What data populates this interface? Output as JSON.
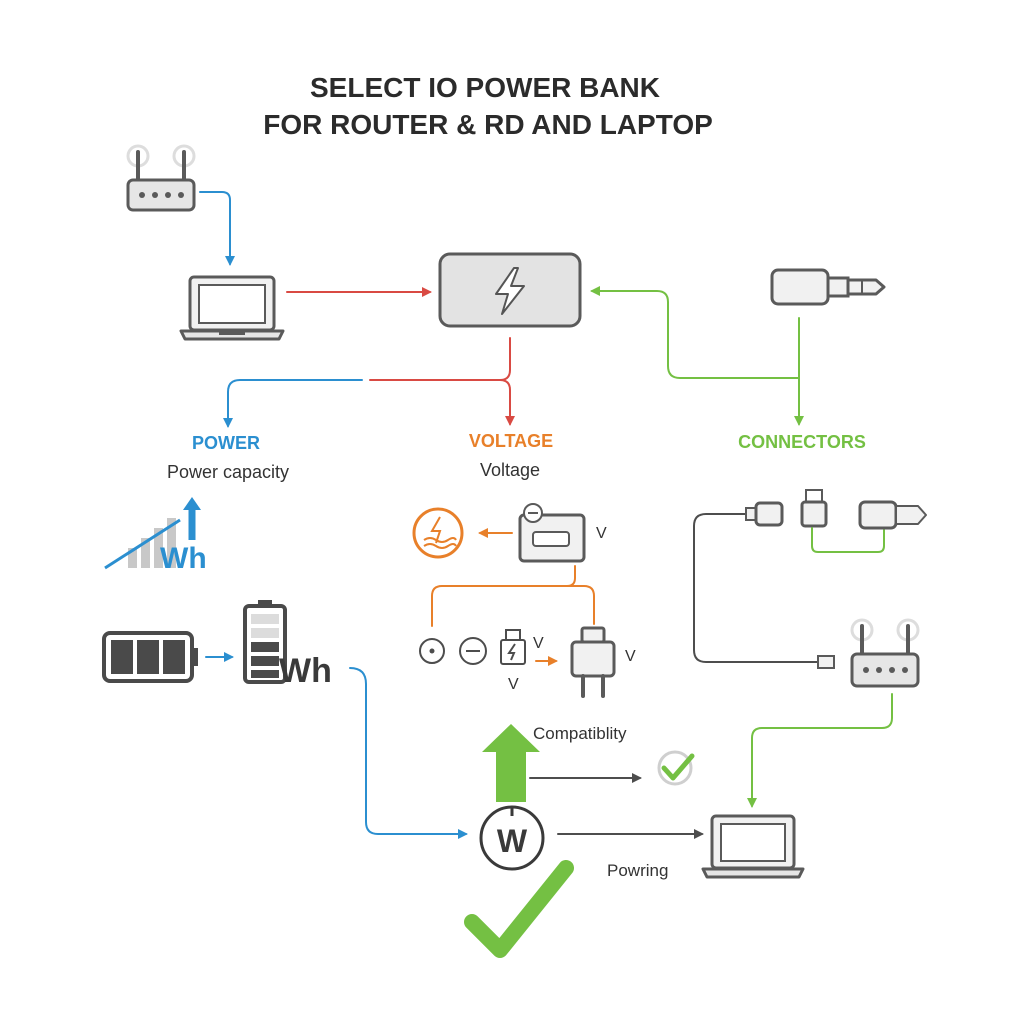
{
  "title": {
    "line1": "SELECT IO POWER BANK",
    "line2": "FOR ROUTER & RD AND LAPTOP"
  },
  "sections": {
    "power": {
      "heading": "POWER",
      "caption": "Power capacity"
    },
    "voltage": {
      "heading": "VOLTAGE",
      "caption": "Voltage"
    },
    "connectors": {
      "heading": "CONNECTORS"
    }
  },
  "units": {
    "wh": "Wh",
    "v": "V",
    "w": "W"
  },
  "labels": {
    "compatibility": "Compatiblity",
    "powering": "Powring"
  },
  "colors": {
    "blue": "#2b8fd0",
    "red": "#d94a43",
    "orange": "#e8802a",
    "green": "#74c043",
    "dark": "#4d4d4d",
    "gray": "#5a5a5a"
  },
  "icons": [
    "router-icon",
    "laptop-icon",
    "power-bank-icon",
    "lightning-icon",
    "audio-plug-icon",
    "growth-chart-icon",
    "battery-icon",
    "battery-vertical-icon",
    "warning-voltage-icon",
    "dc-adapter-icon",
    "ac-plug-icon",
    "usb-connector-icon",
    "watt-meter-icon",
    "check-icon"
  ]
}
